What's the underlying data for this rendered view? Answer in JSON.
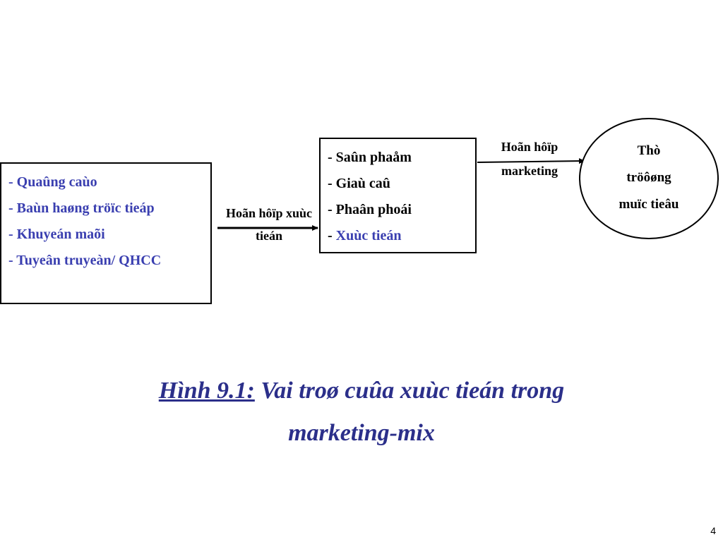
{
  "promotion_box": {
    "items": [
      "- Quaûng caùo",
      "- Baùn haøng tröïc tieáp",
      "- Khuyeán maõi",
      "- Tuyeân truyeàn/ QHCC"
    ]
  },
  "promotion_mix_arrow": {
    "label_line1": "Hoãn hôïp xuùc",
    "label_line2": "tieán"
  },
  "marketing_mix_box": {
    "item1": "- Saûn phaåm",
    "item2": "- Giaù caû",
    "item3": "- Phaân phoái",
    "item4_prefix": "- ",
    "item4_highlight": "Xuùc tieán"
  },
  "marketing_mix_arrow": {
    "label_line1": "Hoãn hôïp",
    "label_line2": "marketing"
  },
  "target_market": {
    "line1": "Thò",
    "line2": "tröôøng",
    "line3": "muïc tieâu"
  },
  "caption": {
    "ref": "Hình 9.1:",
    "text_line1": " Vai troø cuûa xuùc tieán trong",
    "text_line2": "marketing-mix"
  },
  "page_number": "4",
  "colors": {
    "blue_text": "#3a3fb0",
    "caption": "#2b2f8a"
  }
}
